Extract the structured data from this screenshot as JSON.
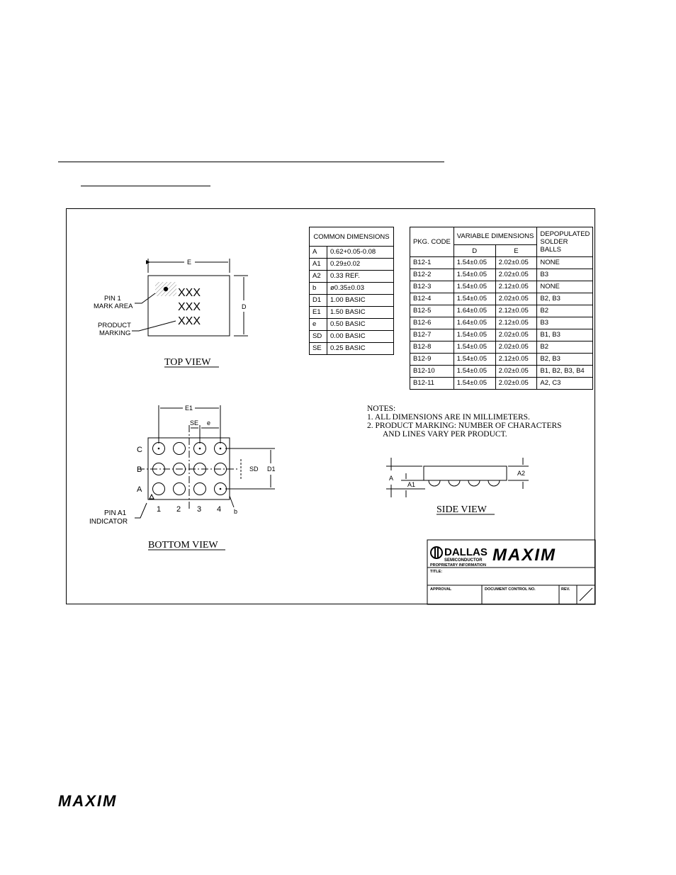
{
  "common_table": {
    "header": "COMMON DIMENSIONS",
    "rows": [
      {
        "sym": "A",
        "val": "0.62+0.05-0.08"
      },
      {
        "sym": "A1",
        "val": "0.29±0.02"
      },
      {
        "sym": "A2",
        "val": "0.33 REF."
      },
      {
        "sym": "b",
        "val": "ø0.35±0.03"
      },
      {
        "sym": "D1",
        "val": "1.00 BASIC"
      },
      {
        "sym": "E1",
        "val": "1.50 BASIC"
      },
      {
        "sym": "e",
        "val": "0.50 BASIC"
      },
      {
        "sym": "SD",
        "val": "0.00 BASIC"
      },
      {
        "sym": "SE",
        "val": "0.25 BASIC"
      }
    ]
  },
  "variable_table": {
    "pkg_header": "PKG. CODE",
    "var_header": "VARIABLE DIMENSIONS",
    "d_header": "D",
    "e_header": "E",
    "dep_header": "DEPOPULATED SOLDER BALLS",
    "rows": [
      {
        "code": "B12-1",
        "d": "1.54±0.05",
        "e": "2.02±0.05",
        "balls": "NONE"
      },
      {
        "code": "B12-2",
        "d": "1.54±0.05",
        "e": "2.02±0.05",
        "balls": "B3"
      },
      {
        "code": "B12-3",
        "d": "1.54±0.05",
        "e": "2.12±0.05",
        "balls": "NONE"
      },
      {
        "code": "B12-4",
        "d": "1.54±0.05",
        "e": "2.02±0.05",
        "balls": "B2, B3"
      },
      {
        "code": "B12-5",
        "d": "1.64±0.05",
        "e": "2.12±0.05",
        "balls": "B2"
      },
      {
        "code": "B12-6",
        "d": "1.64±0.05",
        "e": "2.12±0.05",
        "balls": "B3"
      },
      {
        "code": "B12-7",
        "d": "1.54±0.05",
        "e": "2.02±0.05",
        "balls": "B1, B3"
      },
      {
        "code": "B12-8",
        "d": "1.54±0.05",
        "e": "2.02±0.05",
        "balls": "B2"
      },
      {
        "code": "B12-9",
        "d": "1.54±0.05",
        "e": "2.12±0.05",
        "balls": "B2, B3"
      },
      {
        "code": "B12-10",
        "d": "1.54±0.05",
        "e": "2.02±0.05",
        "balls": "B1, B2, B3, B4"
      },
      {
        "code": "B12-11",
        "d": "1.54±0.05",
        "e": "2.02±0.05",
        "balls": "A2, C3"
      }
    ]
  },
  "top_view": {
    "label_e": "E",
    "label_d": "D",
    "pin1_line1": "PIN 1",
    "pin1_line2": "MARK AREA",
    "product_line1": "PRODUCT",
    "product_line2": "MARKING",
    "marking_lines": [
      "XXX",
      "XXX",
      "XXX"
    ],
    "caption": "TOP VIEW"
  },
  "bottom_view": {
    "label_e1": "E1",
    "label_se": "SE",
    "label_e": "e",
    "label_sd": "SD",
    "label_d1": "D1",
    "label_b": "b",
    "rows": [
      "C",
      "B",
      "A"
    ],
    "cols": [
      "1",
      "2",
      "3",
      "4"
    ],
    "pin_a1_line1": "PIN A1",
    "pin_a1_line2": "INDICATOR",
    "caption": "BOTTOM VIEW"
  },
  "notes": {
    "title": "NOTES:",
    "line1": "1. ALL DIMENSIONS ARE IN MILLIMETERS.",
    "line2": "2. PRODUCT MARKING: NUMBER OF CHARACTERS",
    "line3": "AND LINES VARY PER PRODUCT."
  },
  "side_view": {
    "label_a": "A",
    "label_a1": "A1",
    "label_a2": "A2",
    "caption": "SIDE VIEW"
  },
  "title_block": {
    "dallas": "DALLAS",
    "semiconductor": "SEMICONDUCTOR",
    "maxim": "MAXIM",
    "proprietary": "PROPRIETARY INFORMATION",
    "title": "TITLE:",
    "approval": "APPROVAL",
    "doc_control": "DOCUMENT CONTROL NO.",
    "rev": "REV."
  },
  "footer": {
    "logo": "MAXIM"
  }
}
